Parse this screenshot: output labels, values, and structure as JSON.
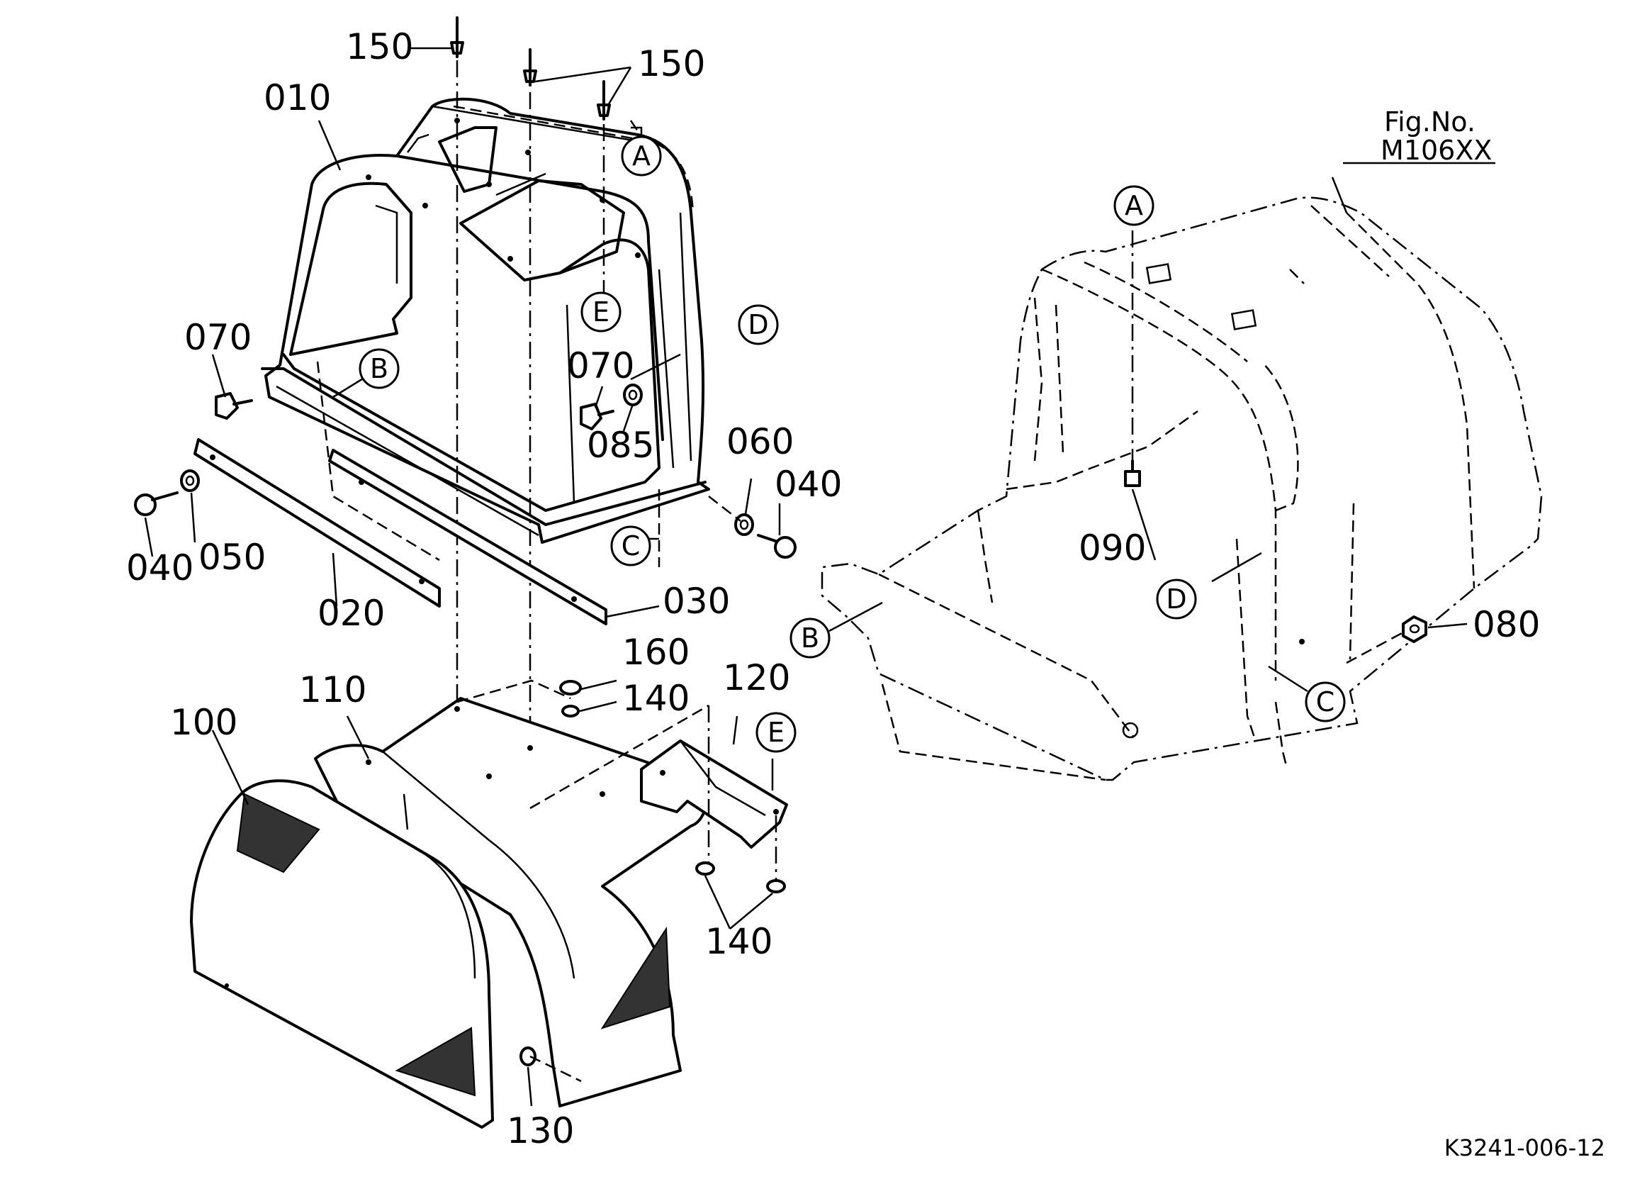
{
  "figure": {
    "fig_no_label": "Fig.No.",
    "fig_no_value": "M106XX",
    "drawing_id": "K3241-006-12"
  },
  "part_numbers": {
    "p010": "010",
    "p020": "020",
    "p030": "030",
    "p040_left": "040",
    "p040_right": "040",
    "p050": "050",
    "p060": "060",
    "p070_left": "070",
    "p070_center": "070",
    "p080": "080",
    "p085": "085",
    "p090": "090",
    "p100": "100",
    "p110": "110",
    "p120": "120",
    "p130": "130",
    "p140_upper": "140",
    "p140_lower": "140",
    "p150_left": "150",
    "p150_right": "150",
    "p160": "160"
  },
  "reference_markers": {
    "left": {
      "A": "A",
      "B": "B",
      "C": "C",
      "D": "D",
      "E1": "E",
      "E2": "E"
    },
    "right": {
      "A": "A",
      "B": "B",
      "C": "C",
      "D": "D"
    }
  }
}
